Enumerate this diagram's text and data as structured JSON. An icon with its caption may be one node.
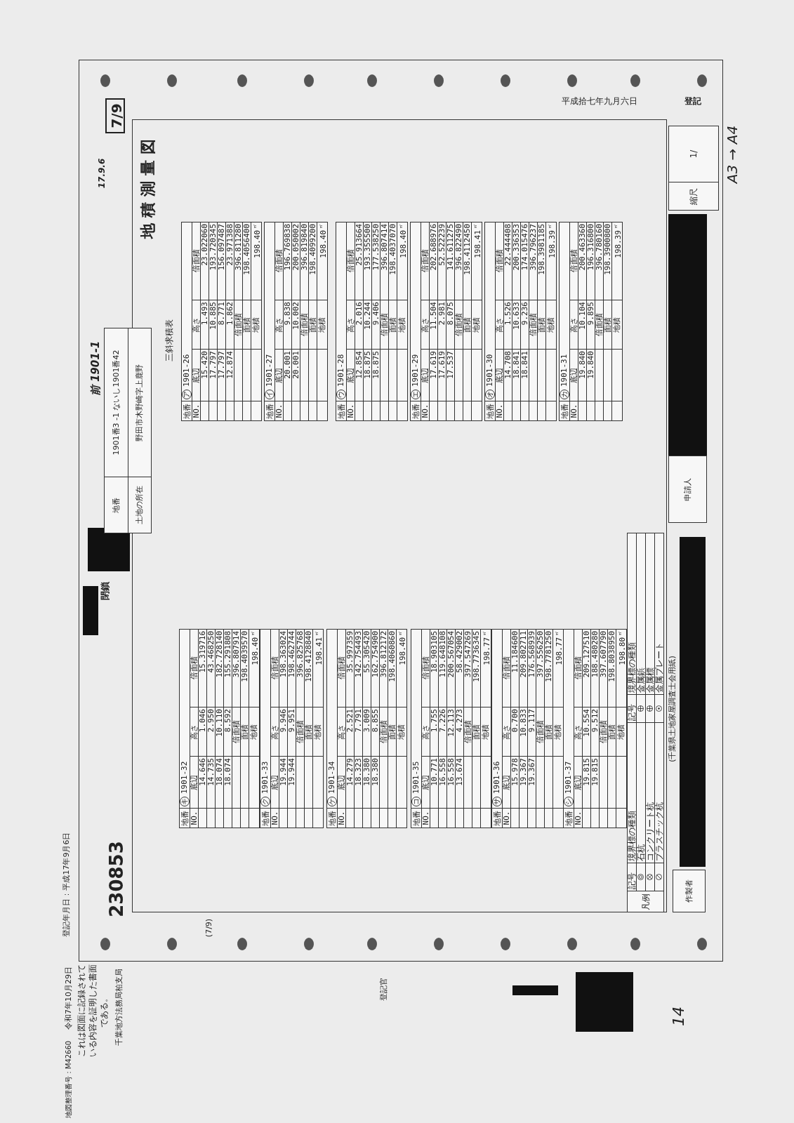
{
  "diagram": {
    "title": "地積測量図",
    "nodes": [
      {
        "text": [
          "地番",
          "ア",
          "1901-26",
          "NO.",
          "底辺",
          "高さ",
          "倍面積",
          "15.420",
          "1.493",
          "23.022060",
          "17.797",
          "10.885",
          "193.720345",
          "17.797",
          "8.771",
          "156.097487",
          "12.874",
          "1.862",
          "23.971388",
          "倍面積",
          "396.811280",
          "面積",
          "198.4056400",
          "地積",
          "198.40",
          "㎡"
        ]
      },
      {
        "text": [
          "地番",
          "イ",
          "1901-27",
          "NO.",
          "底辺",
          "高さ",
          "倍面積",
          "20.001",
          "9.838",
          "196.769838",
          "20.001",
          "10.002",
          "200.050002",
          "倍面積",
          "396.819840",
          "面積",
          "198.4099200",
          "地積",
          "198.40",
          "㎡"
        ]
      },
      {
        "text": [
          "地番",
          "ウ",
          "1901-28",
          "NO.",
          "底辺",
          "高さ",
          "倍面積",
          "12.854",
          "2.016",
          "25.913664",
          "18.875",
          "10.244",
          "193.355500",
          "18.875",
          "9.406",
          "177.538250",
          "倍面積",
          "396.807414",
          "面積",
          "198.4037070",
          "地積",
          "198.40",
          "㎡"
        ]
      },
      {
        "text": [
          "地番",
          "エ",
          "1901-29",
          "NO.",
          "底辺",
          "高さ",
          "倍面積",
          "17.619",
          "11.504",
          "202.688976",
          "17.619",
          "2.981",
          "52.522239",
          "17.537",
          "8.075",
          "141.611275",
          "倍面積",
          "396.822490",
          "面積",
          "198.4112450",
          "地積",
          "198.41",
          "㎡"
        ]
      },
      {
        "text": [
          "地番",
          "オ",
          "1901-30",
          "NO.",
          "底辺",
          "高さ",
          "倍面積",
          "14.708",
          "1.526",
          "22.444408",
          "18.841",
          "10.633",
          "200.336353",
          "18.841",
          "9.236",
          "174.015476",
          "倍面積",
          "396.796237",
          "面積",
          "198.3981185",
          "地積",
          "198.39",
          "㎡"
        ]
      },
      {
        "text": [
          "地番",
          "カ",
          "1901-31",
          "NO.",
          "底辺",
          "高さ",
          "倍面積",
          "19.840",
          "10.104",
          "200.463360",
          "19.840",
          "9.895",
          "196.316800",
          "倍面積",
          "396.780160",
          "面積",
          "198.3900800",
          "地積",
          "198.39",
          "㎡"
        ]
      },
      {
        "text": [
          "地番",
          "キ",
          "1901-32",
          "NO.",
          "底辺",
          "高さ",
          "倍面積",
          "14.646",
          "1.046",
          "15.319716",
          "14.735",
          "2.950",
          "43.468250",
          "18.074",
          "10.110",
          "182.728140",
          "18.074",
          "8.592",
          "155.291808",
          "倍面積",
          "396.807914",
          "面積",
          "198.4039570",
          "地積",
          "198.40",
          "㎡"
        ]
      },
      {
        "text": [
          "地番",
          "ク",
          "1901-33",
          "NO.",
          "底辺",
          "高さ",
          "倍面積",
          "19.944",
          "9.946",
          "198.363024",
          "19.944",
          "9.951",
          "198.462744",
          "倍面積",
          "396.825768",
          "面積",
          "198.4128840",
          "地積",
          "198.41",
          "㎡"
        ]
      },
      {
        "text": [
          "地番",
          "ケ",
          "1901-34",
          "NO.",
          "底辺",
          "高さ",
          "倍面積",
          "14.279",
          "2.521",
          "35.997359",
          "18.323",
          "7.791",
          "142.754493",
          "18.380",
          "3.009",
          "55.305420",
          "18.380",
          "8.855",
          "162.754900",
          "倍面積",
          "396.812172",
          "面積",
          "198.4060860",
          "地積",
          "198.40",
          "㎡"
        ]
      },
      {
        "text": [
          "地番",
          "コ",
          "1901-35",
          "NO.",
          "底辺",
          "高さ",
          "倍面積",
          "10.771",
          "1.755",
          "18.903105",
          "16.558",
          "7.226",
          "119.648108",
          "16.558",
          "12.113",
          "200.567054",
          "13.674",
          "4.273",
          "58.429002",
          "倍面積",
          "397.547269",
          "面積",
          "198.7736345",
          "地積",
          "198.77",
          "㎡"
        ]
      },
      {
        "text": [
          "地番",
          "サ",
          "1901-36",
          "NO.",
          "底辺",
          "高さ",
          "倍面積",
          "15.978",
          "0.700",
          "11.184600",
          "19.367",
          "10.833",
          "209.802711",
          "19.367",
          "9.117",
          "176.568939",
          "倍面積",
          "397.556250",
          "面積",
          "198.7781250",
          "地積",
          "198.77",
          "㎡"
        ]
      },
      {
        "text": [
          "地番",
          "シ",
          "1901-37",
          "NO.",
          "底辺",
          "高さ",
          "倍面積",
          "19.815",
          "10.554",
          "209.127510",
          "19.815",
          "9.512",
          "188.480280",
          "倍面積",
          "397.607790",
          "面積",
          "198.8038950",
          "地積",
          "198.80",
          "㎡"
        ]
      },
      {
        "text": [
          "地番",
          "1901番3 -1 ないし1901番42",
          "土地の所在",
          "野田市木野崎字上鹿野"
        ]
      },
      {
        "text": [
          "縮尺",
          "1/"
        ]
      },
      {
        "text": [
          "申請人"
        ]
      },
      {
        "text": [
          "作製者"
        ]
      }
    ],
    "labels": [
      "登記年月日：平成17年9月6日",
      "これは図面に記録されている内容を証明した書面である。",
      "令和7年10月29日",
      "千葉地方法務局柏支局",
      "登記官",
      "地図整理番号：M42660",
      "(7/9)",
      "230853",
      "14",
      "A3 → A4",
      "前 1901-1",
      "7/9",
      "17.9.6",
      "三斜求積表",
      "閉鎖",
      "平成拾七年九月六日",
      "登記",
      "(千葉県土地家屋調査士会用紙)",
      "凡例",
      "記号",
      "境界標の種類",
      "記号",
      "境界標の種類"
    ],
    "legend": [
      {
        "text": "石杭"
      },
      {
        "text": "コンクリート杭"
      },
      {
        "text": "プラスチック杭"
      },
      {
        "text": "金属鋲"
      },
      {
        "text": "金属標"
      },
      {
        "text": "金属プレート"
      }
    ]
  }
}
